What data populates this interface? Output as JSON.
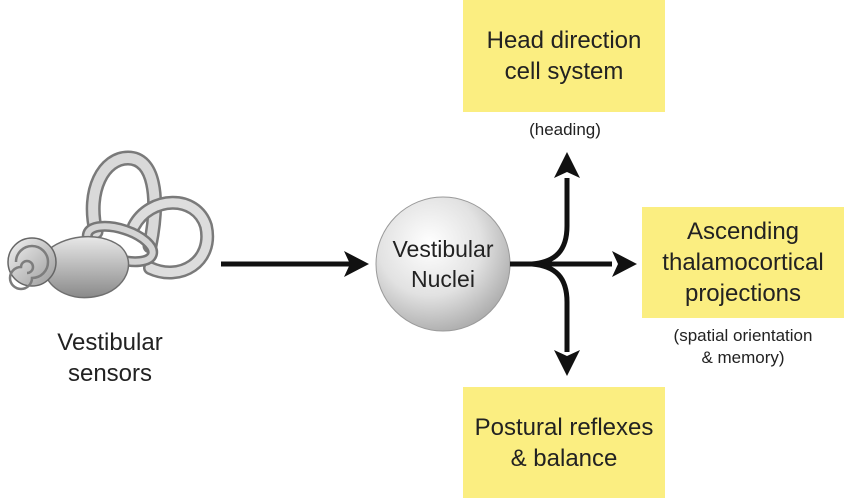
{
  "sensors": {
    "label_line1": "Vestibular",
    "label_line2": "sensors"
  },
  "nuclei": {
    "line1": "Vestibular",
    "line2": "Nuclei"
  },
  "targets": {
    "head_direction": {
      "line1": "Head direction",
      "line2": "cell system",
      "note": "(heading)"
    },
    "thalamocortical": {
      "line1": "Ascending",
      "line2": "thalamocortical",
      "line3": "projections",
      "note_line1": "(spatial orientation",
      "note_line2": "& memory)"
    },
    "postural": {
      "line1": "Postural reflexes",
      "line2": "& balance"
    }
  },
  "colors": {
    "box_fill": "#fbee81",
    "arrow": "#111111",
    "text": "#222222"
  },
  "icons": {
    "sensor_image": "inner-ear-icon",
    "nuclei_node": "gray-sphere"
  }
}
